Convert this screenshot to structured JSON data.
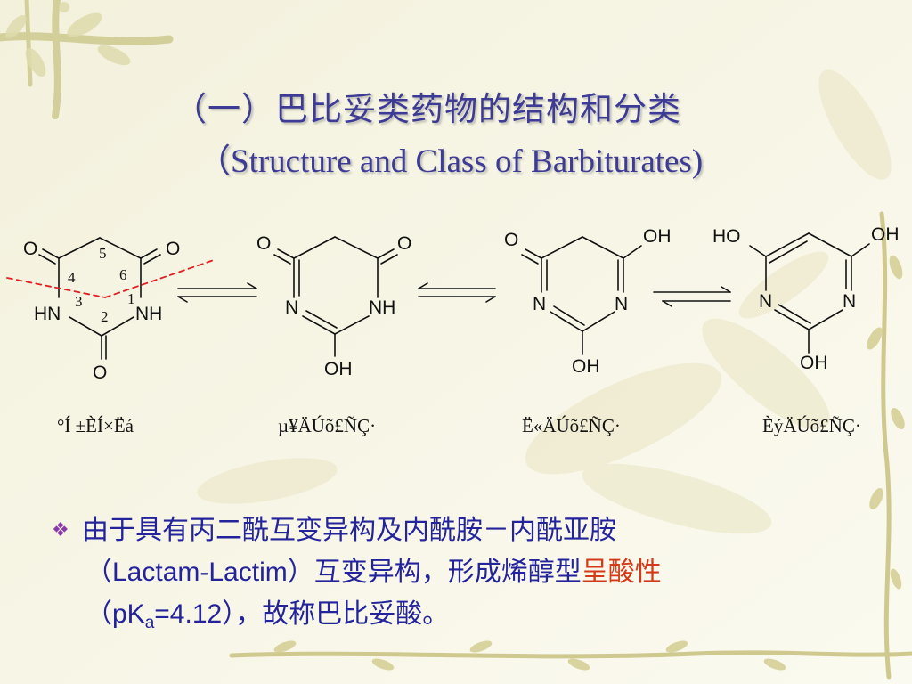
{
  "slide": {
    "title_cn": "（一）巴比妥类药物的结构和分类",
    "title_en": "（Structure and Class of Barbiturates)"
  },
  "captions": [
    "°Í ±ÈÍ×Ëá",
    "µ¥ÄÚõ£ÑÇ·",
    "Ë«ÄÚõ£ÑÇ·",
    "ÈýÄÚõ£ÑÇ·"
  ],
  "structures": {
    "s1": {
      "o_left": "O",
      "o_right": "O",
      "nh_left": "HN",
      "nh_right": "NH",
      "o_bottom": "O",
      "pos": [
        "5",
        "4",
        "6",
        "3",
        "1",
        "2"
      ]
    },
    "s2": {
      "o_left": "O",
      "o_right": "O",
      "n_left": "N",
      "nh_right": "NH",
      "oh_bottom": "OH"
    },
    "s3": {
      "o_left": "O",
      "oh_right": "OH",
      "n_left": "N",
      "n_right": "N",
      "oh_bottom": "OH"
    },
    "s4": {
      "ho_left": "HO",
      "oh_right": "OH",
      "n_left": "N",
      "n_right": "N",
      "oh_bottom": "OH"
    }
  },
  "bullet": {
    "symbol": "❖",
    "line1": "由于具有丙二酰互变异构及内酰胺－内酰亚胺",
    "line2_open": "（",
    "line2_latin": "Lactam-Lactim",
    "line2_rest": "）互变异构，形成烯醇型",
    "line2_red": "呈酸性",
    "line3_open": "（",
    "line3_pk": "pK",
    "line3_sub": "a",
    "line3_val": "=4.12",
    "line3_rest": "），故称巴比妥酸。"
  },
  "colors": {
    "title": "#3d3b96",
    "bullet_text": "#23239b",
    "highlight": "#d4391a",
    "dashed_line": "#e02020",
    "background": "#fbfaf0"
  }
}
